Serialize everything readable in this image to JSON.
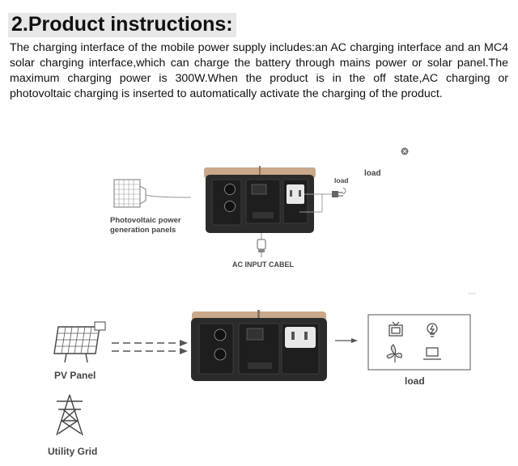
{
  "heading": "2.Product instructions:",
  "paragraph": "The charging interface of the mobile power supply includes:an AC charging interface and an MC4 solar charging interface,which can charge the battery through mains power or solar panel.The maximum charging power is 300W.When the product is in the off state,AC charging or photovoltaic charging is inserted to automatically activate the charging of the product.",
  "diagram1": {
    "panel_label_line1": "Photovoltaic power",
    "panel_label_line2": "generation panels",
    "load_small": "load",
    "load_top": "load",
    "ac_input": "AC INPUT CABEL"
  },
  "diagram2": {
    "pv_panel": "PV Panel",
    "utility_grid": "Utility Grid",
    "load": "load"
  },
  "colors": {
    "device_body": "#2b2b2b",
    "device_top": "#c9a98a",
    "heading_bg": "#e7e7e7"
  }
}
